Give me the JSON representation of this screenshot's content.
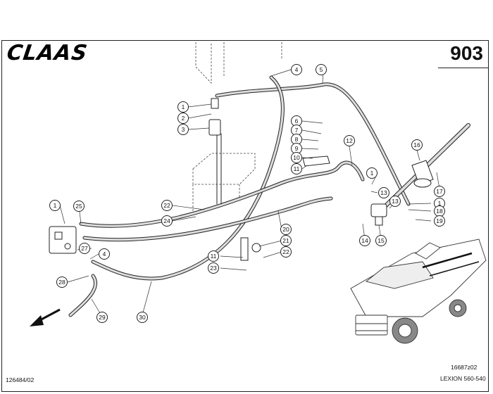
{
  "header": {
    "brand": "CLAAS",
    "page_number": "903"
  },
  "footer": {
    "doc_code": "126484/02",
    "drawing_code": "16687z02",
    "model": "LEXION 560-540"
  },
  "callouts": [
    "1",
    "2",
    "3",
    "4",
    "5",
    "6",
    "7",
    "8",
    "9",
    "10",
    "11",
    "12",
    "1",
    "13",
    "16",
    "17",
    "1",
    "13",
    "18",
    "19",
    "14",
    "15",
    "1",
    "25",
    "27",
    "4",
    "22",
    "24",
    "20",
    "21",
    "11",
    "22",
    "23",
    "28",
    "29",
    "30"
  ],
  "colors": {
    "line": "#222222",
    "hose_fill": "#dddddd",
    "callout_fill": "#ffffff"
  },
  "icons": [
    "direction-arrow-icon",
    "combine-harvester-icon"
  ]
}
